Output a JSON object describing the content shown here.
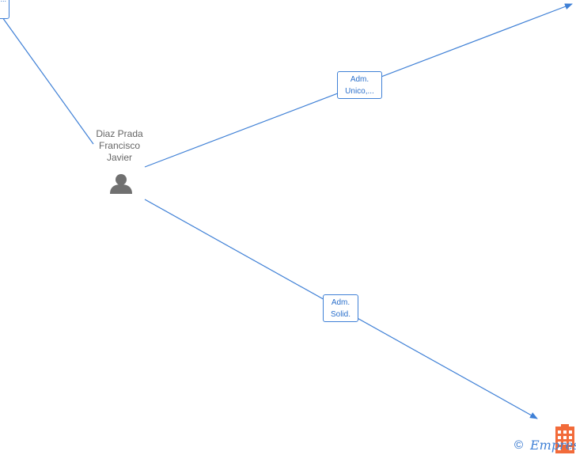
{
  "person": {
    "name_lines": [
      "Diaz Prada",
      "Francisco",
      "Javier"
    ]
  },
  "partial_node": {
    "text": "..."
  },
  "edges": [
    {
      "label_lines": [
        "Adm.",
        "Unico,..."
      ]
    },
    {
      "label_lines": [
        "Adm.",
        "Solid."
      ]
    }
  ],
  "footer": {
    "copyright_symbol": "©",
    "brand": "Empresia"
  },
  "colors": {
    "edge": "#3f80d6",
    "label_text": "#2a6fcb",
    "person_icon": "#707070",
    "building_icon": "#f26b3a"
  }
}
